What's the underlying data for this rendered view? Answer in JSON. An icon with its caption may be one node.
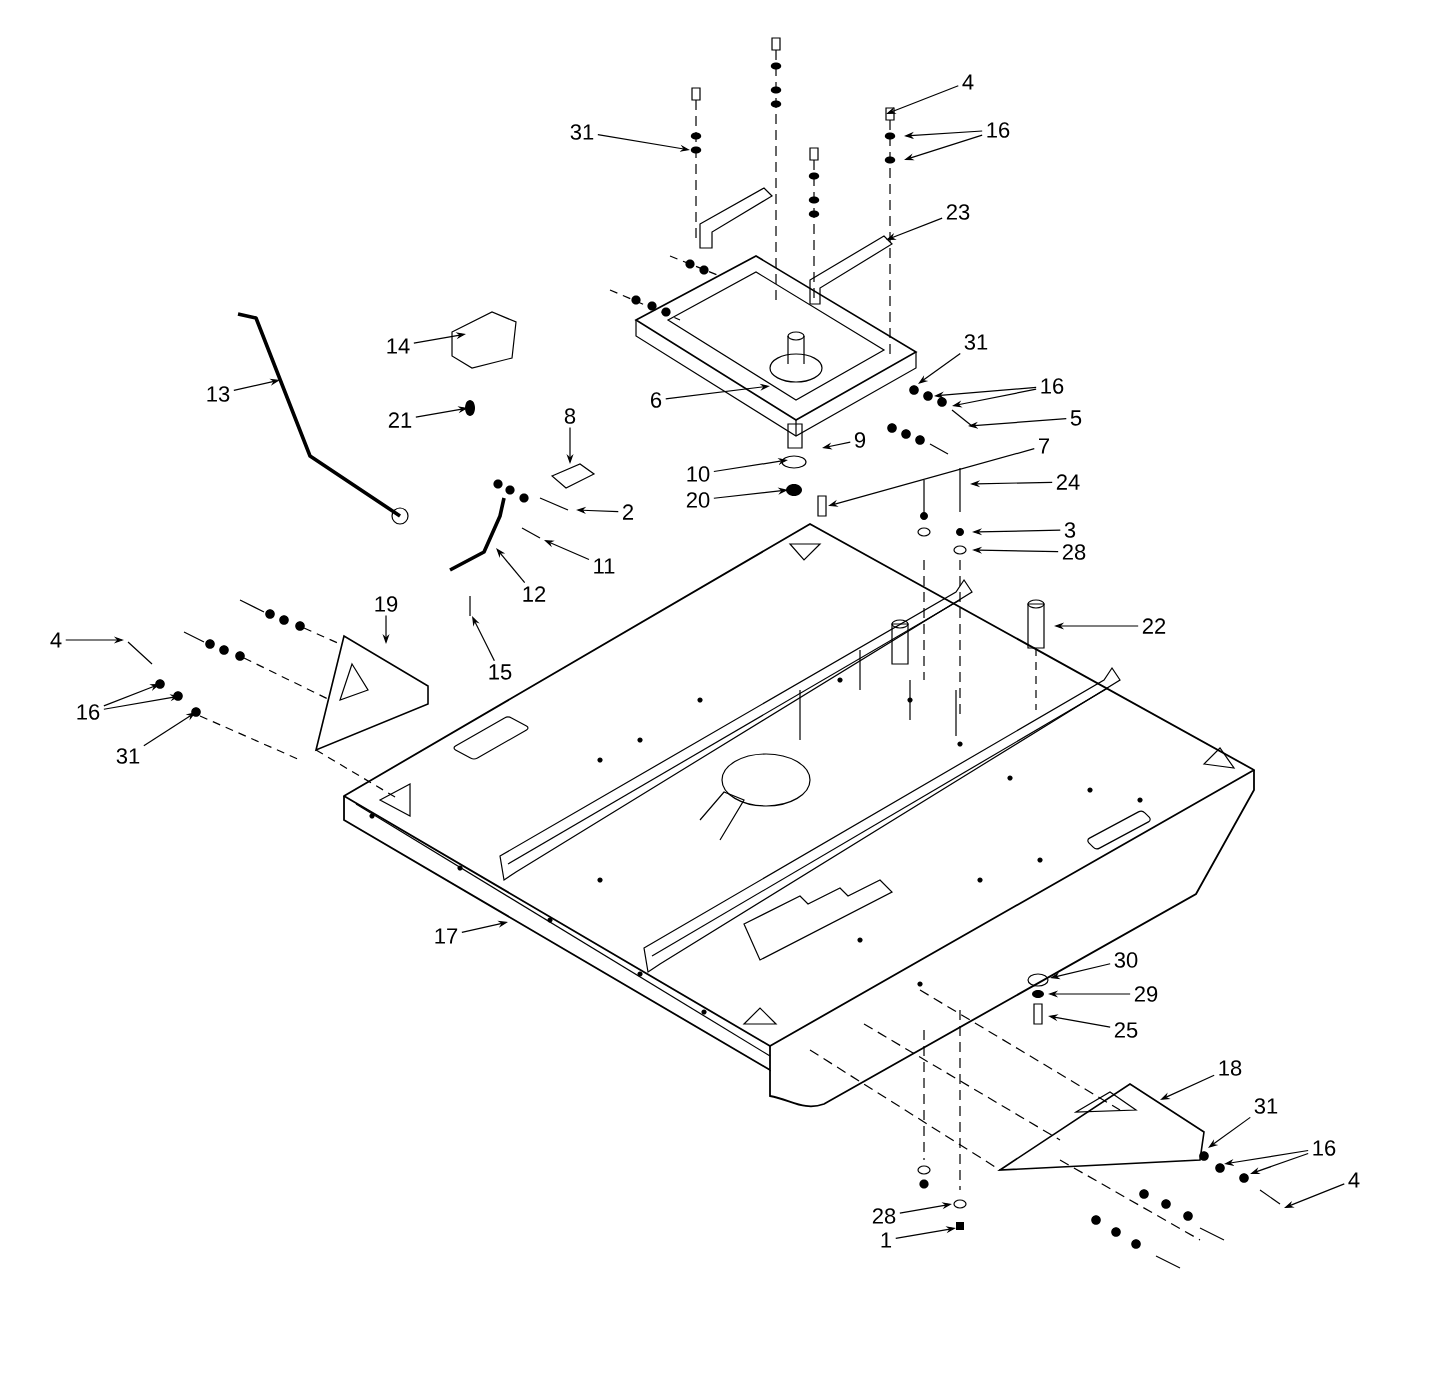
{
  "diagram": {
    "nodes": [
      {
        "text": [
          "4"
        ]
      },
      {
        "text": [
          "31"
        ]
      },
      {
        "text": [
          "16"
        ]
      },
      {
        "text": [
          "23"
        ]
      },
      {
        "text": [
          "14"
        ]
      },
      {
        "text": [
          "31"
        ]
      },
      {
        "text": [
          "16"
        ]
      },
      {
        "text": [
          "13"
        ]
      },
      {
        "text": [
          "6"
        ]
      },
      {
        "text": [
          "5"
        ]
      },
      {
        "text": [
          "8"
        ]
      },
      {
        "text": [
          "21"
        ]
      },
      {
        "text": [
          "7"
        ]
      },
      {
        "text": [
          "9"
        ]
      },
      {
        "text": [
          "10"
        ]
      },
      {
        "text": [
          "24"
        ]
      },
      {
        "text": [
          "20"
        ]
      },
      {
        "text": [
          "2"
        ]
      },
      {
        "text": [
          "3"
        ]
      },
      {
        "text": [
          "28"
        ]
      },
      {
        "text": [
          "11"
        ]
      },
      {
        "text": [
          "22"
        ]
      },
      {
        "text": [
          "12"
        ]
      },
      {
        "text": [
          "19"
        ]
      },
      {
        "text": [
          "15"
        ]
      },
      {
        "text": [
          "4"
        ]
      },
      {
        "text": [
          "16"
        ]
      },
      {
        "text": [
          "31"
        ]
      },
      {
        "text": [
          "17"
        ]
      },
      {
        "text": [
          "30"
        ]
      },
      {
        "text": [
          "29"
        ]
      },
      {
        "text": [
          "25"
        ]
      },
      {
        "text": [
          "18"
        ]
      },
      {
        "text": [
          "31"
        ]
      },
      {
        "text": [
          "16"
        ]
      },
      {
        "text": [
          "4"
        ]
      },
      {
        "text": [
          "28"
        ]
      },
      {
        "text": [
          "1"
        ]
      }
    ],
    "edges": [
      {
        "from": 0,
        "to": null,
        "arrow": "to"
      },
      {
        "from": 1,
        "to": null,
        "arrow": "to"
      },
      {
        "from": 2,
        "to": null,
        "arrow": "to"
      },
      {
        "from": 2,
        "to": null,
        "arrow": "to"
      },
      {
        "from": 3,
        "to": null,
        "arrow": "to"
      },
      {
        "from": 4,
        "to": null,
        "arrow": "to"
      },
      {
        "from": 5,
        "to": null,
        "arrow": "to"
      },
      {
        "from": 6,
        "to": null,
        "arrow": "to"
      },
      {
        "from": 6,
        "to": null,
        "arrow": "to"
      },
      {
        "from": 7,
        "to": null,
        "arrow": "to"
      },
      {
        "from": 8,
        "to": null,
        "arrow": "to"
      },
      {
        "from": 9,
        "to": null,
        "arrow": "to"
      },
      {
        "from": 10,
        "to": null,
        "arrow": "to"
      },
      {
        "from": 11,
        "to": null,
        "arrow": "to"
      },
      {
        "from": 12,
        "to": null,
        "arrow": "to"
      },
      {
        "from": 13,
        "to": null,
        "arrow": "to"
      },
      {
        "from": 14,
        "to": null,
        "arrow": "to"
      },
      {
        "from": 15,
        "to": null,
        "arrow": "to"
      },
      {
        "from": 16,
        "to": null,
        "arrow": "to"
      },
      {
        "from": 17,
        "to": null,
        "arrow": "to"
      },
      {
        "from": 18,
        "to": null,
        "arrow": "to"
      },
      {
        "from": 19,
        "to": null,
        "arrow": "to"
      },
      {
        "from": 20,
        "to": null,
        "arrow": "to"
      },
      {
        "from": 21,
        "to": null,
        "arrow": "to"
      },
      {
        "from": 22,
        "to": null,
        "arrow": "to"
      },
      {
        "from": 23,
        "to": null,
        "arrow": "to"
      },
      {
        "from": 24,
        "to": null,
        "arrow": "to"
      },
      {
        "from": 25,
        "to": null,
        "arrow": "to"
      },
      {
        "from": 26,
        "to": null,
        "arrow": "to"
      },
      {
        "from": 26,
        "to": null,
        "arrow": "to"
      },
      {
        "from": 27,
        "to": null,
        "arrow": "to"
      },
      {
        "from": 28,
        "to": null,
        "arrow": "to"
      },
      {
        "from": 29,
        "to": null,
        "arrow": "to"
      },
      {
        "from": 30,
        "to": null,
        "arrow": "to"
      },
      {
        "from": 31,
        "to": null,
        "arrow": "to"
      },
      {
        "from": 32,
        "to": null,
        "arrow": "to"
      },
      {
        "from": 33,
        "to": null,
        "arrow": "to"
      },
      {
        "from": 34,
        "to": null,
        "arrow": "to"
      },
      {
        "from": 34,
        "to": null,
        "arrow": "to"
      },
      {
        "from": 35,
        "to": null,
        "arrow": "to"
      },
      {
        "from": 36,
        "to": null,
        "arrow": "to"
      },
      {
        "from": 37,
        "to": null,
        "arrow": "to"
      }
    ]
  }
}
